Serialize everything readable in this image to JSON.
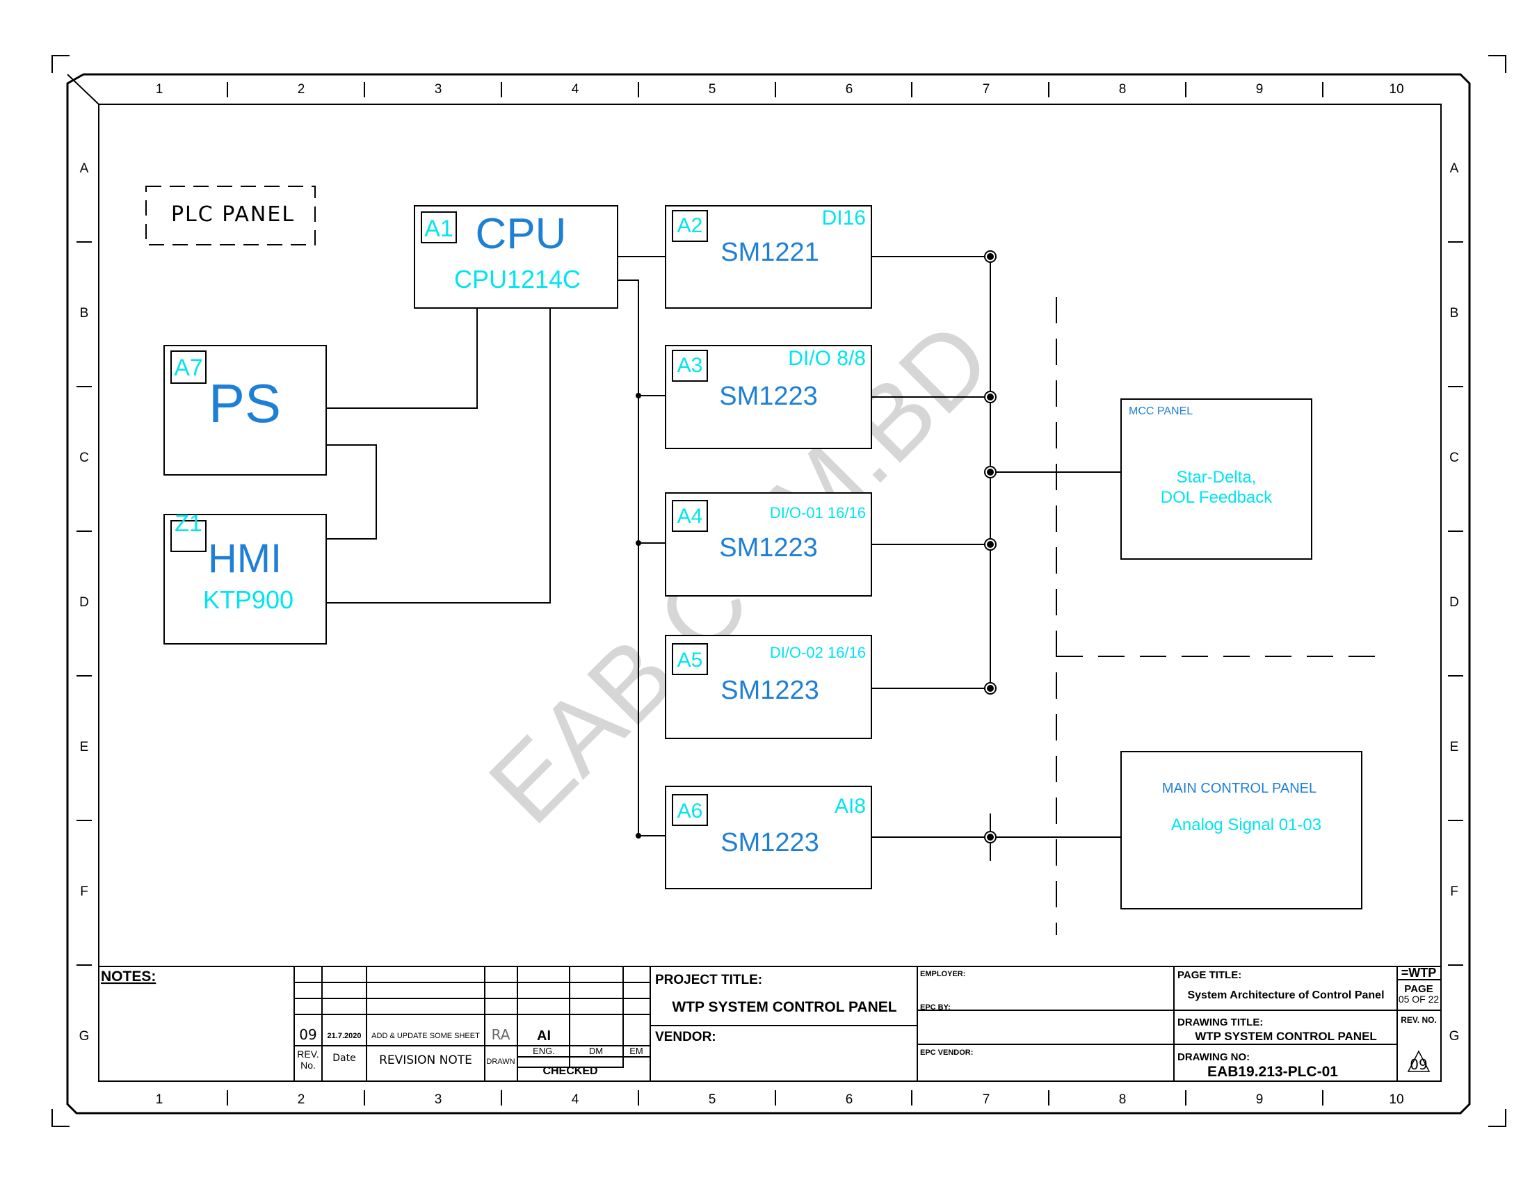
{
  "grid": {
    "columns": [
      "1",
      "2",
      "3",
      "4",
      "5",
      "6",
      "7",
      "8",
      "9",
      "10"
    ],
    "rows": [
      "A",
      "B",
      "C",
      "D",
      "E",
      "F",
      "G"
    ]
  },
  "panel_label": "PLC PANEL",
  "modules": {
    "cpu": {
      "tag": "A1",
      "name": "CPU",
      "model": "CPU1214C"
    },
    "ps": {
      "tag": "A7",
      "name": "PS"
    },
    "hmi": {
      "tag": "Z1",
      "name": "HMI",
      "model": "KTP900"
    },
    "a2": {
      "tag": "A2",
      "model": "SM1221",
      "io": "DI16"
    },
    "a3": {
      "tag": "A3",
      "model": "SM1223",
      "io": "DI/O 8/8"
    },
    "a4": {
      "tag": "A4",
      "model": "SM1223",
      "io": "DI/O-01 16/16"
    },
    "a5": {
      "tag": "A5",
      "model": "SM1223",
      "io": "DI/O-02 16/16"
    },
    "a6": {
      "tag": "A6",
      "model": "SM1223",
      "io": "AI8"
    }
  },
  "mcc_panel": {
    "title": "MCC PANEL",
    "line1": "Star-Delta,",
    "line2": "DOL Feedback"
  },
  "main_control_panel": {
    "title": "MAIN CONTROL PANEL",
    "signal": "Analog Signal 01-03"
  },
  "watermark": "EAB.COM.BD",
  "title_block": {
    "notes_label": "NOTES:",
    "revision": {
      "rev": "09",
      "date": "21.7.2020",
      "note": "ADD & UPDATE SOME SHEET",
      "drawn": "RA",
      "eng": "AI"
    },
    "headers": {
      "rev_no_1": "REV.",
      "rev_no_2": "No.",
      "date": "Date",
      "revision_note": "REVISION NOTE",
      "drawn": "DRAWN",
      "eng": "ENG.",
      "dm": "DM",
      "em": "EM",
      "checked": "CHECKED"
    },
    "project_title_label": "PROJECT TITLE:",
    "project_title": "WTP SYSTEM CONTROL PANEL",
    "vendor_label": "VENDOR:",
    "employer_label": "EMPLOYER:",
    "epc_by_label": "EPC BY:",
    "epc_vendor_label": "EPC VENDOR:",
    "page_title_label": "PAGE TITLE:",
    "page_title": "System Architecture of Control Panel",
    "drawing_title_label": "DRAWING TITLE:",
    "drawing_title": "WTP SYSTEM CONTROL PANEL",
    "drawing_no_label": "DRAWING NO:",
    "drawing_no": "EAB19.213-PLC-01",
    "location_code": "=WTP",
    "page_label": "PAGE",
    "page_of": "05 OF 22",
    "rev_no_label": "REV. NO.",
    "rev_no": "09"
  },
  "colors": {
    "line": "#000000",
    "cyan": "#00e5ee",
    "blue": "#1e7fd6",
    "watermark": "#cccccc"
  }
}
